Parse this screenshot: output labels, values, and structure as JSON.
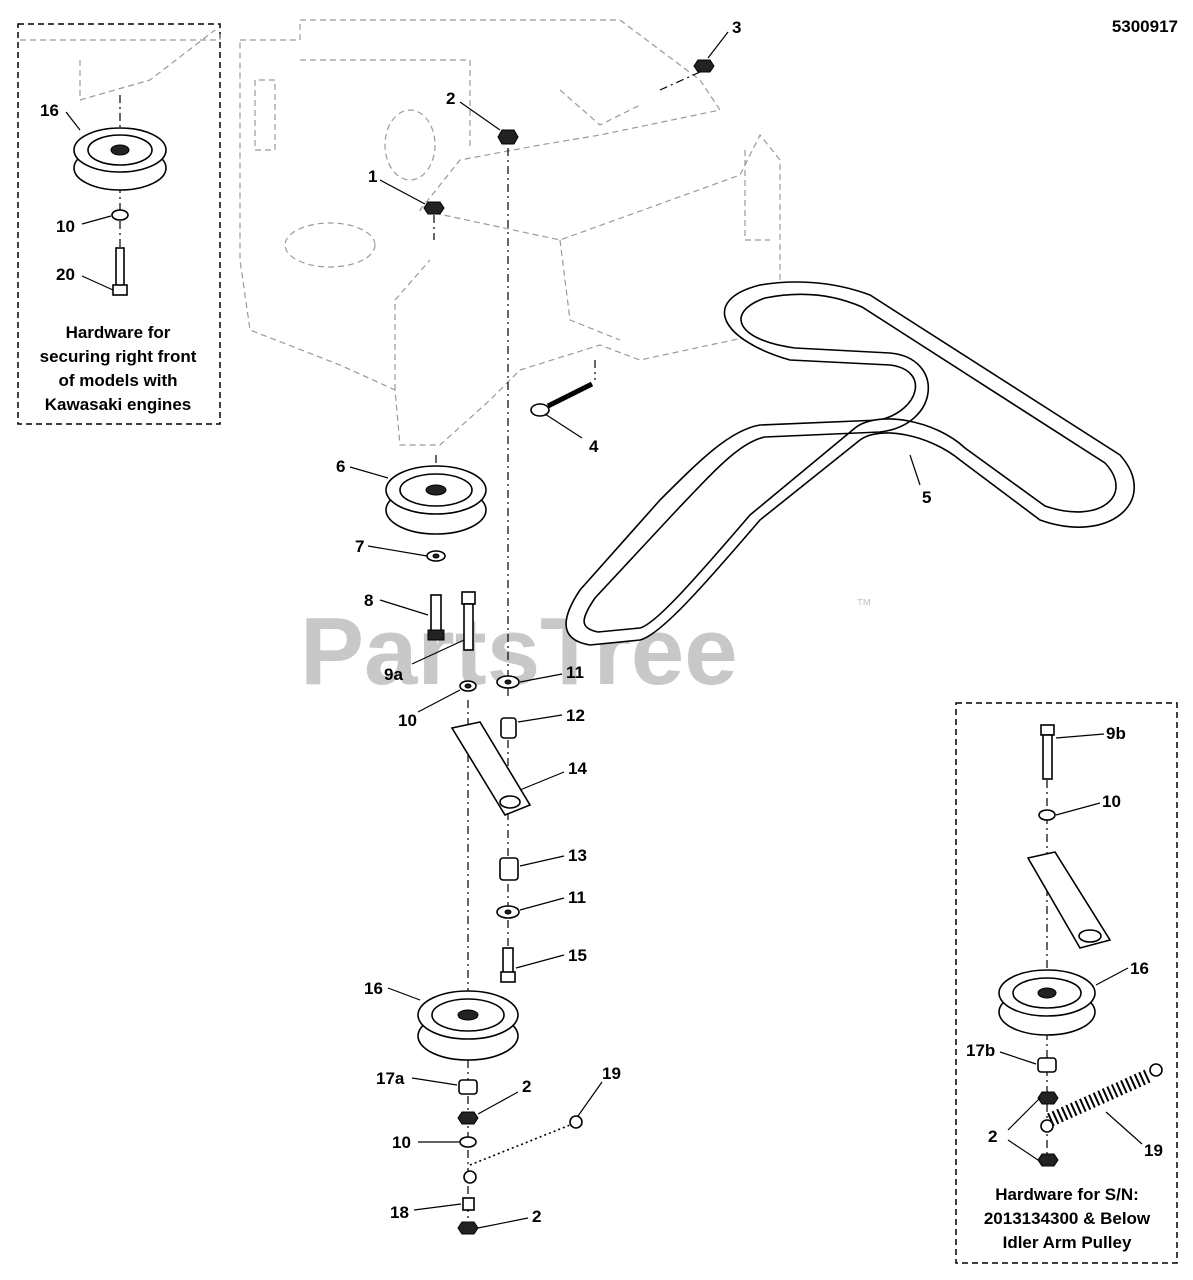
{
  "document_number": "5300917",
  "watermark": {
    "text": "PartsTree",
    "trademark": "™"
  },
  "captions": {
    "kawasaki_box": [
      "Hardware for",
      "securing right front",
      "of models with",
      "Kawasaki engines"
    ],
    "serial_box": [
      "Hardware for S/N:",
      "2013134300 & Below",
      "Idler Arm Pulley"
    ]
  },
  "callouts": [
    {
      "label": "1"
    },
    {
      "label": "2"
    },
    {
      "label": "3"
    },
    {
      "label": "4"
    },
    {
      "label": "5"
    },
    {
      "label": "6"
    },
    {
      "label": "7"
    },
    {
      "label": "8"
    },
    {
      "label": "9a"
    },
    {
      "label": "10"
    },
    {
      "label": "11"
    },
    {
      "label": "12"
    },
    {
      "label": "14"
    },
    {
      "label": "13"
    },
    {
      "label": "11"
    },
    {
      "label": "15"
    },
    {
      "label": "16"
    },
    {
      "label": "17a"
    },
    {
      "label": "2"
    },
    {
      "label": "19"
    },
    {
      "label": "10"
    },
    {
      "label": "18"
    },
    {
      "label": "2"
    },
    {
      "label": "16"
    },
    {
      "label": "10"
    },
    {
      "label": "20"
    },
    {
      "label": "9b"
    },
    {
      "label": "10"
    },
    {
      "label": "16"
    },
    {
      "label": "17b"
    },
    {
      "label": "2"
    },
    {
      "label": "19"
    }
  ]
}
